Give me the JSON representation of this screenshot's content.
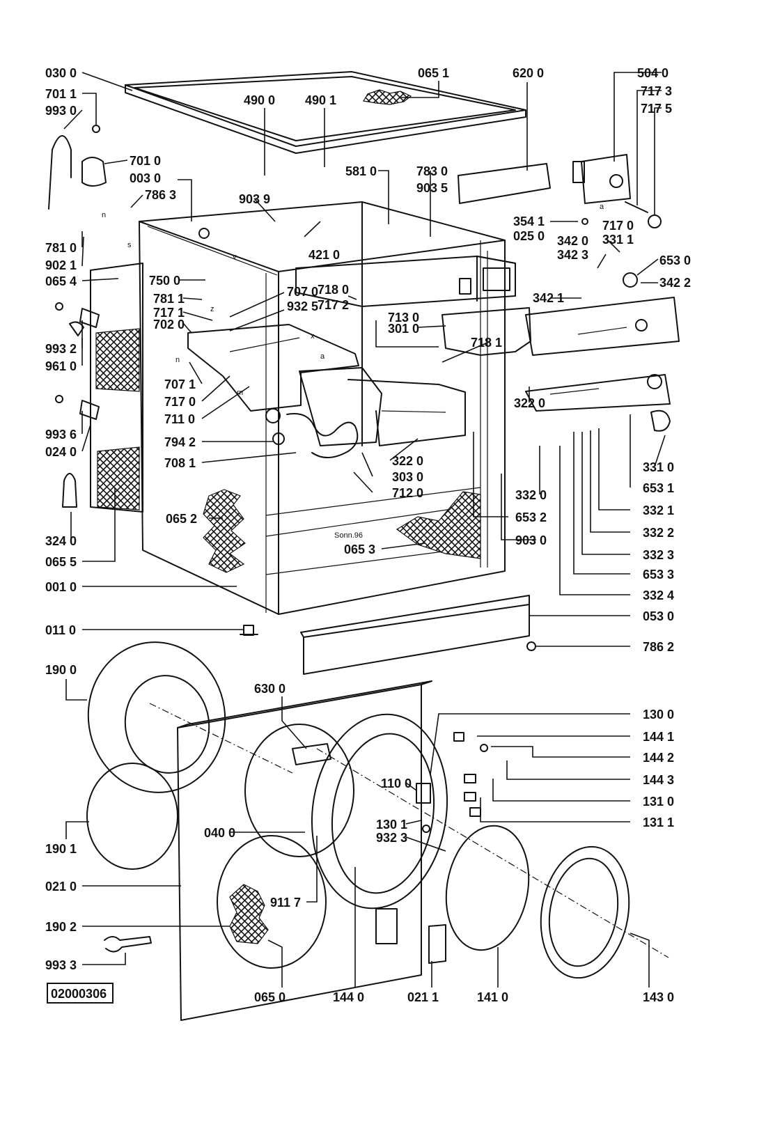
{
  "drawing_code": "02000306",
  "part_labels": [
    "030 0",
    "701 1",
    "993 0",
    "065 1",
    "490 0",
    "490 1",
    "620 0",
    "504 0",
    "717 3",
    "717 5",
    "701 0",
    "003 0",
    "786 3",
    "581 0",
    "783 0",
    "903 5",
    "903 9",
    "421 0",
    "354 1",
    "025 0",
    "717 0",
    "331 1",
    "781 0",
    "902 1",
    "342 0",
    "342 3",
    "653 0",
    "342 2",
    "065 4",
    "750 0",
    "707 0",
    "932 5",
    "718 0",
    "717 2",
    "781 1",
    "717 1",
    "702 0",
    "342 1",
    "713 0",
    "301 0",
    "993 2",
    "961 0",
    "718 1",
    "707 1",
    "717 0",
    "711 0",
    "322 0",
    "993 6",
    "024 0",
    "794 2",
    "708 1",
    "322 0",
    "303 0",
    "712 0",
    "331 0",
    "653 1",
    "332 0",
    "332 1",
    "653 2",
    "332 2",
    "065 2",
    "324 0",
    "065 5",
    "065 3",
    "903 0",
    "332 3",
    "653 3",
    "001 0",
    "332 4",
    "011 0",
    "053 0",
    "786 2",
    "190 0",
    "630 0",
    "130 0",
    "144 1",
    "144 2",
    "110 0",
    "144 3",
    "131 0",
    "131 1",
    "130 1",
    "932 3",
    "040 0",
    "190 1",
    "021 0",
    "911 7",
    "190 2",
    "993 3",
    "065 0",
    "144 0",
    "021 1",
    "141 0",
    "143 0"
  ],
  "inline_marks": {
    "n": "n",
    "s": "s",
    "v": "v",
    "z": "z",
    "x": "x",
    "a": "a",
    "m": "m",
    "n2": "n",
    "a2": "a",
    "stamp": "Sonn.96"
  },
  "colors": {
    "ink": "#111111",
    "paper": "#ffffff"
  }
}
